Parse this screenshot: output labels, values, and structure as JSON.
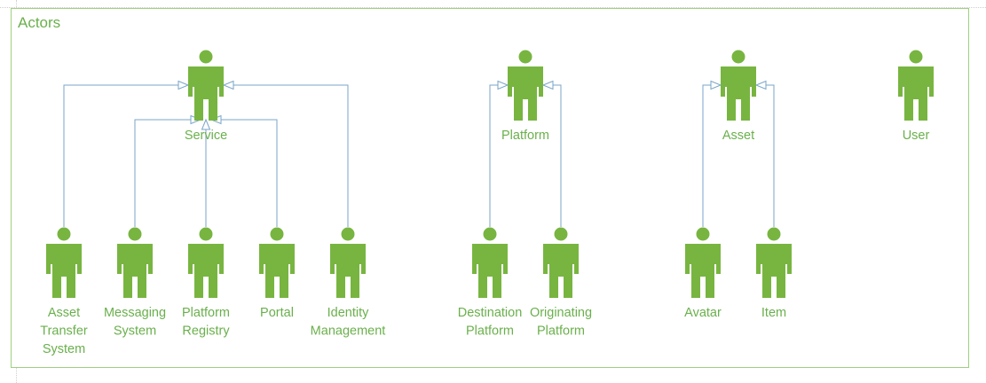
{
  "diagram": {
    "title": "Actors",
    "actors": [
      {
        "id": "service",
        "lines": [
          "Service"
        ]
      },
      {
        "id": "platform",
        "lines": [
          "Platform"
        ]
      },
      {
        "id": "asset",
        "lines": [
          "Asset"
        ]
      },
      {
        "id": "user",
        "lines": [
          "User"
        ]
      },
      {
        "id": "asset-transfer-system",
        "lines": [
          "Asset",
          "Transfer",
          "System"
        ]
      },
      {
        "id": "messaging-system",
        "lines": [
          "Messaging",
          "System"
        ]
      },
      {
        "id": "platform-registry",
        "lines": [
          "Platform",
          "Registry"
        ]
      },
      {
        "id": "portal",
        "lines": [
          "Portal"
        ]
      },
      {
        "id": "identity-management",
        "lines": [
          "Identity",
          "Management"
        ]
      },
      {
        "id": "destination-platform",
        "lines": [
          "Destination",
          "Platform"
        ]
      },
      {
        "id": "originating-platform",
        "lines": [
          "Originating",
          "Platform"
        ]
      },
      {
        "id": "avatar",
        "lines": [
          "Avatar"
        ]
      },
      {
        "id": "item",
        "lines": [
          "Item"
        ]
      }
    ],
    "generalizations": [
      {
        "from": "asset-transfer-system",
        "to": "service"
      },
      {
        "from": "messaging-system",
        "to": "service"
      },
      {
        "from": "platform-registry",
        "to": "service"
      },
      {
        "from": "portal",
        "to": "service"
      },
      {
        "from": "identity-management",
        "to": "service"
      },
      {
        "from": "destination-platform",
        "to": "platform"
      },
      {
        "from": "originating-platform",
        "to": "platform"
      },
      {
        "from": "avatar",
        "to": "asset"
      },
      {
        "from": "item",
        "to": "asset"
      }
    ]
  }
}
